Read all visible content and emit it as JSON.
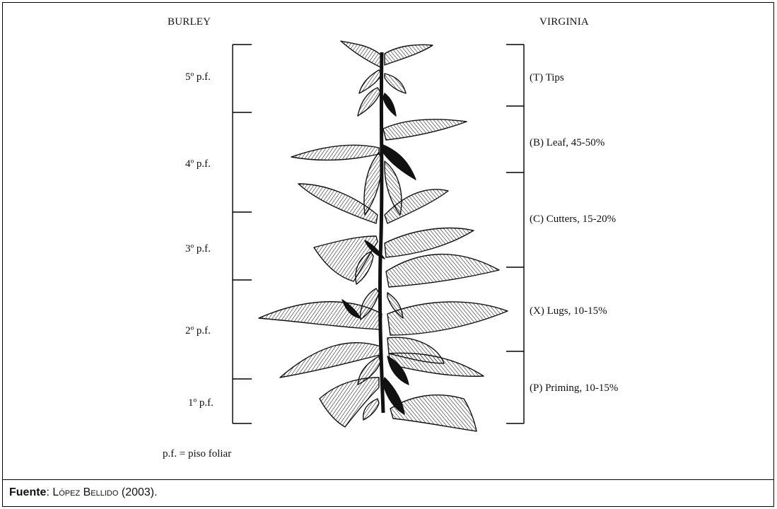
{
  "headers": {
    "left": "BURLEY",
    "right": "VIRGINIA"
  },
  "burley_levels": [
    {
      "label": "5º p.f."
    },
    {
      "label": "4º p.f."
    },
    {
      "label": "3º p.f."
    },
    {
      "label": "2º p.f."
    },
    {
      "label": "1º p.f."
    }
  ],
  "virginia_levels": [
    {
      "label": "(T) Tips"
    },
    {
      "label": "(B) Leaf, 45-50%"
    },
    {
      "label": "(C) Cutters, 15-20%"
    },
    {
      "label": "(X) Lugs, 10-15%"
    },
    {
      "label": "(P) Priming, 10-15%"
    }
  ],
  "legend_note": "p.f. = piso foliar",
  "caption": {
    "prefix": "Fuente",
    "separator": ": ",
    "author": "López Bellido",
    "year": " (2003)."
  },
  "colors": {
    "ink": "#111111",
    "border": "#000000",
    "background": "#ffffff"
  }
}
